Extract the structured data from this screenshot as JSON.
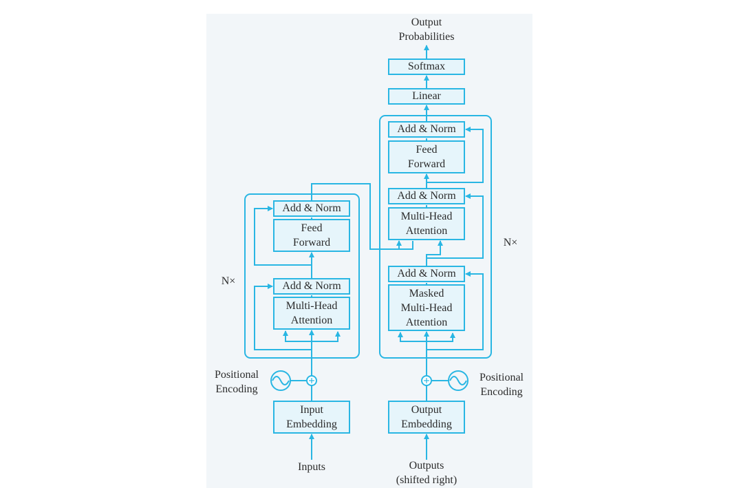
{
  "colors": {
    "stroke": "#29b6e3",
    "fill": "#e6f5fb",
    "panel": "#f2f6f9",
    "text": "#2b2b2b"
  },
  "top": {
    "output_probabilities": [
      "Output",
      "Probabilities"
    ]
  },
  "decoder": {
    "softmax": "Softmax",
    "linear": "Linear",
    "add_norm_1": "Add & Norm",
    "feed_forward": [
      "Feed",
      "Forward"
    ],
    "add_norm_2": "Add & Norm",
    "multi_head_attention": [
      "Multi-Head",
      "Attention"
    ],
    "add_norm_3": "Add & Norm",
    "masked_multi_head_attention": [
      "Masked",
      "Multi-Head",
      "Attention"
    ],
    "repeat": "N×",
    "positional_encoding": [
      "Positional",
      "Encoding"
    ],
    "output_embedding": [
      "Output",
      "Embedding"
    ],
    "outputs": [
      "Outputs",
      "(shifted right)"
    ]
  },
  "encoder": {
    "add_norm_1": "Add & Norm",
    "feed_forward": [
      "Feed",
      "Forward"
    ],
    "add_norm_2": "Add & Norm",
    "multi_head_attention": [
      "Multi-Head",
      "Attention"
    ],
    "repeat": "N×",
    "positional_encoding": [
      "Positional",
      "Encoding"
    ],
    "input_embedding": [
      "Input",
      "Embedding"
    ],
    "inputs": "Inputs"
  }
}
